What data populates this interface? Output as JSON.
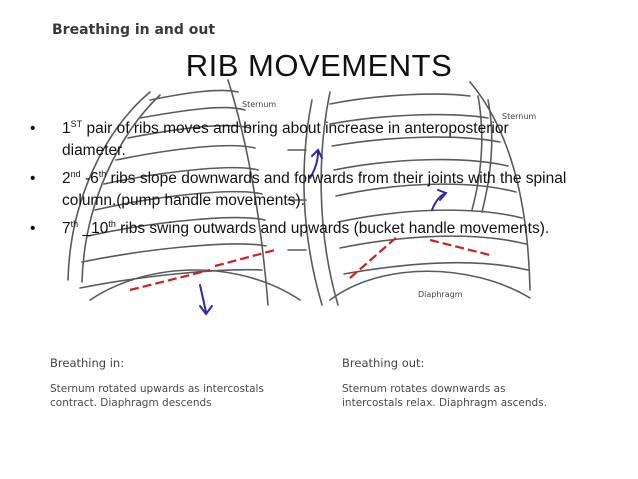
{
  "figure": {
    "heading": "Breathing in and out",
    "labels": {
      "sternum_left": "Sternum",
      "sternum_right": "Sternum",
      "diaphragm": "Diaphragm"
    },
    "captions": {
      "in": {
        "title": "Breathing in:",
        "line1": "Sternum rotated upwards as intercostals",
        "line2": "contract. Diaphragm descends"
      },
      "out": {
        "title": "Breathing out:",
        "line1": "Sternum rotates downwards as",
        "line2": "intercostals relax. Diaphragm ascends."
      }
    },
    "colors": {
      "arrow": "#2a2aa8",
      "rib_line": "#d02020",
      "line_art": "#555555"
    }
  },
  "slide": {
    "title": "RIB MOVEMENTS",
    "bullet_char": "•",
    "bullets": [
      {
        "p1": "1",
        "s1": "ST",
        "p2": "  pair of ribs moves and bring about increase in anteroposterior diameter."
      },
      {
        "p1": "2",
        "s1": "nd",
        "p2": " -6",
        "s2": "th",
        "p3": " ribs slope downwards and forwards from their joints with  the spinal column.(pump handle movements)."
      },
      {
        "p1": "7",
        "s1": "th",
        "p2": " _10",
        "s2": "th",
        "p3": " ribs swing outwards and upwards (bucket handle movements)."
      }
    ]
  }
}
